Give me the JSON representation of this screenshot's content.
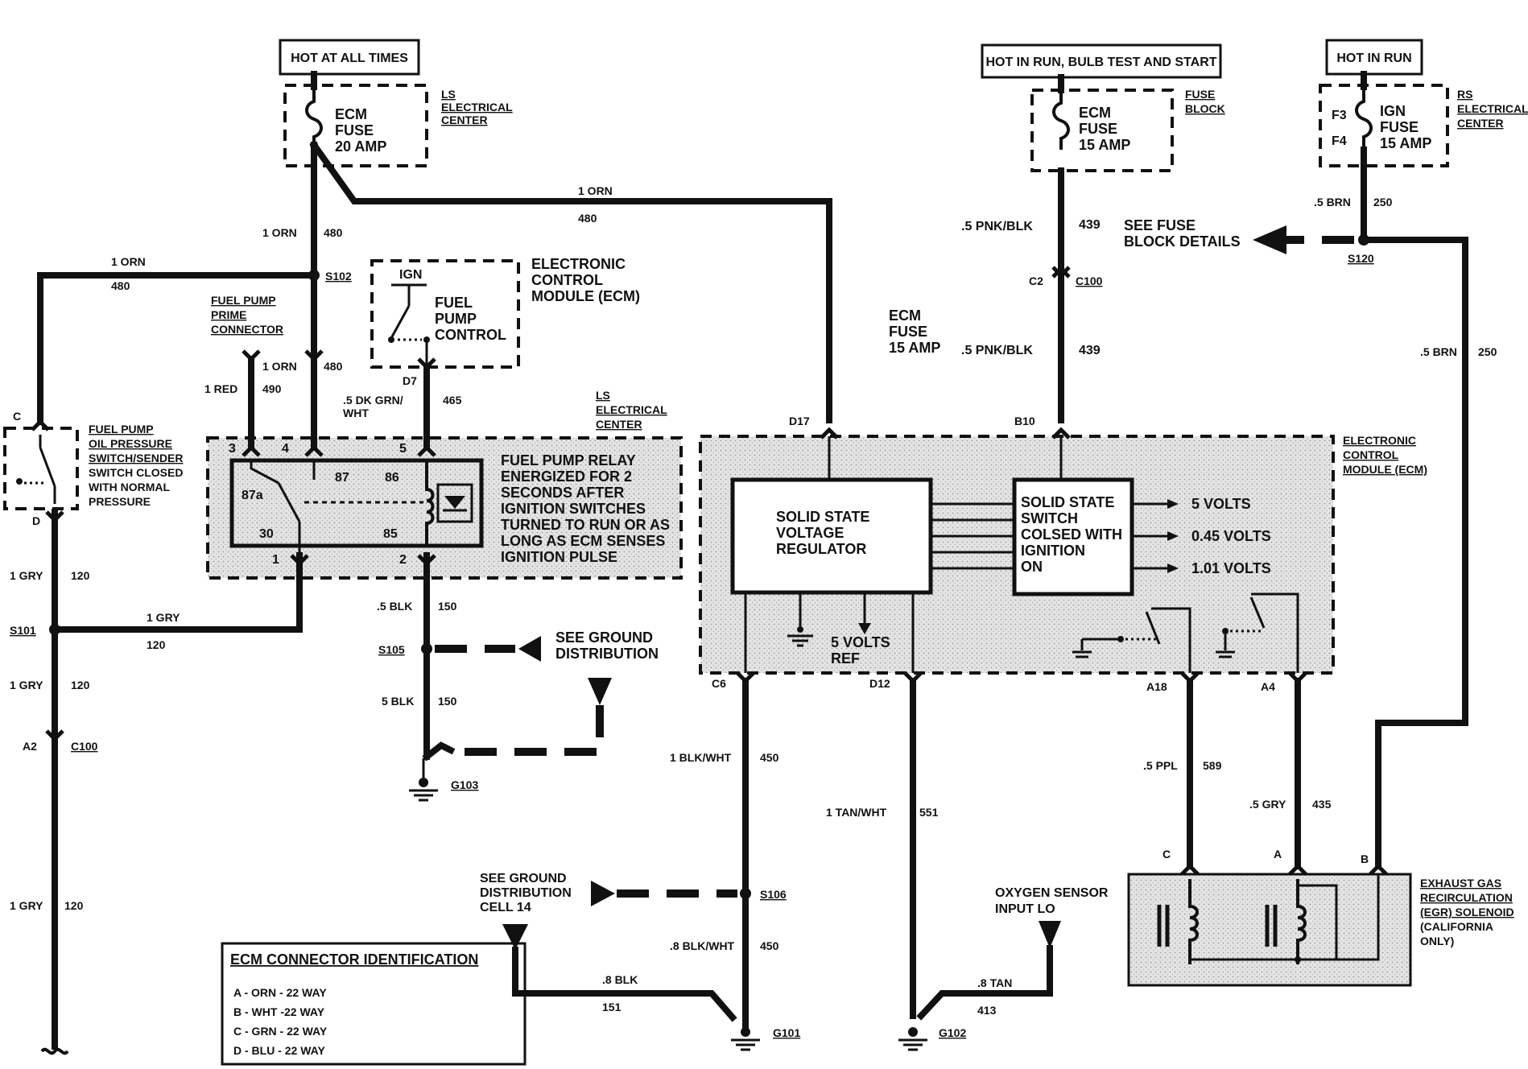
{
  "supply_boxes": {
    "hot_at_all_times": "HOT AT ALL TIMES",
    "hot_in_run_bulb": "HOT IN RUN, BULB TEST AND START",
    "hot_in_run": "HOT IN RUN"
  },
  "fuses": {
    "ecm20": [
      "ECM",
      "FUSE",
      "20 AMP"
    ],
    "ecm15": [
      "ECM",
      "FUSE",
      "15 AMP"
    ],
    "ign15": [
      "IGN",
      "FUSE",
      "15 AMP"
    ],
    "ign_positions": [
      "F3",
      "F4"
    ],
    "ecm_fuse_note": [
      "ECM",
      "FUSE",
      "15 AMP"
    ]
  },
  "location_labels": {
    "ls_center_1": [
      "LS",
      "ELECTRICAL",
      "CENTER"
    ],
    "ls_center_2": [
      "LS",
      "ELECTRICAL",
      "CENTER"
    ],
    "fuse_block": [
      "FUSE",
      "BLOCK"
    ],
    "rs_center": [
      "RS",
      "ELECTRICAL",
      "CENTER"
    ],
    "ecm_module": [
      "ELECTRONIC",
      "CONTROL",
      "MODULE (ECM)"
    ]
  },
  "ecm_top": {
    "title": [
      "ELECTRONIC",
      "CONTROL",
      "MODULE (ECM)"
    ],
    "ign": "IGN",
    "control": [
      "FUEL",
      "PUMP",
      "CONTROL"
    ],
    "pin": "D7"
  },
  "wires": {
    "w1": "1 ORN",
    "w1c": "480",
    "w2": "1 ORN",
    "w2c": "480",
    "w3": "1 ORN",
    "w3c": "480",
    "w4": "1 ORN",
    "w4c": "480",
    "w5": "1 RED",
    "w5c": "490",
    "w6": ".5 DK GRN/",
    "w6b": "WHT",
    "w6c": "465",
    "w7": "1 GRY",
    "w7c": "120",
    "w8": "1 GRY",
    "w8c": "120",
    "w9": "1 GRY",
    "w9c": "120",
    "w10": "1 GRY",
    "w10c": "120",
    "w11": ".5 BLK",
    "w11c": "150",
    "w12": "5 BLK",
    "w12c": "150",
    "w13": ".5 PNK/BLK",
    "w13c": "439",
    "w14": ".5 PNK/BLK",
    "w14c": "439",
    "w15": ".5 BRN",
    "w15c": "250",
    "w16": ".5 BRN",
    "w16c": "250",
    "w17": "1 BLK/WHT",
    "w17c": "450",
    "w18": ".8 BLK/WHT",
    "w18c": "450",
    "w19": ".8 BLK",
    "w19c": "151",
    "w20": "1 TAN/WHT",
    "w20c": "551",
    "w21": ".8 TAN",
    "w21c": "413",
    "w22": ".5 PPL",
    "w22c": "589",
    "w23": ".5 GRY",
    "w23c": "435"
  },
  "splices": {
    "s102": "S102",
    "s101": "S101",
    "s105": "S105",
    "s106": "S106",
    "s120": "S120"
  },
  "grounds": {
    "g103": "G103",
    "g101": "G101",
    "g102": "G102"
  },
  "connectors": {
    "c2": "C2",
    "c100a": "C100",
    "a2": "A2",
    "c100b": "C100",
    "d17": "D17",
    "b10": "B10",
    "c6": "C6",
    "d12": "D12",
    "a18": "A18",
    "a4": "A4",
    "oil_c": "C",
    "oil_d": "D",
    "egr_c": "C",
    "egr_a": "A",
    "egr_b": "B"
  },
  "prime_connector": [
    "FUEL PUMP",
    "PRIME",
    "CONNECTOR"
  ],
  "oil_switch": [
    "FUEL PUMP",
    "OIL PRESSURE",
    "SWITCH/SENDER",
    "SWITCH CLOSED",
    "WITH NORMAL",
    "PRESSURE"
  ],
  "relay": {
    "pins": {
      "p3": "3",
      "p4": "4",
      "p5": "5",
      "p1": "1",
      "p2": "2",
      "t87": "87",
      "t86": "86",
      "t87a": "87a",
      "t30": "30",
      "t85": "85"
    },
    "note": [
      "Fuel Pump Relay",
      "energized for 2",
      "seconds after",
      "ignition switches",
      "turned to run or as",
      "long as ECM senses",
      "ignition pulse"
    ]
  },
  "ground_refs": {
    "gd1": [
      "SEE GROUND",
      "DISTRIBUTION"
    ],
    "gd2": [
      "SEE GROUND",
      "DISTRIBUTION",
      "CELL 14"
    ]
  },
  "see_fuse": [
    "SEE FUSE",
    "BLOCK DETAILS"
  ],
  "ecm_main": {
    "regulator": [
      "SOLID STATE",
      "VOLTAGE",
      "REGULATOR"
    ],
    "switch": [
      "SOLID STATE",
      "SWITCH",
      "COLSED WITH",
      "IGNITION",
      "ON"
    ],
    "outputs": [
      "5  VOLTS",
      "0.45 VOLTS",
      "1.01 VOLTS"
    ],
    "ref": [
      "5 VOLTS",
      "REF"
    ]
  },
  "oxygen": [
    "OXYGEN SENSOR",
    "INPUT LO"
  ],
  "egr": [
    "EXHAUST GAS",
    "RECIRCULATION",
    "(EGR) SOLENOID",
    "(CALIFORNIA",
    "ONLY)"
  ],
  "legend": {
    "title": "ECM CONNECTOR IDENTIFICATION",
    "rows": [
      "A - ORN - 22 WAY",
      "B - WHT -22 WAY",
      "C - GRN - 22 WAY",
      "D - BLU - 22 WAY"
    ]
  }
}
